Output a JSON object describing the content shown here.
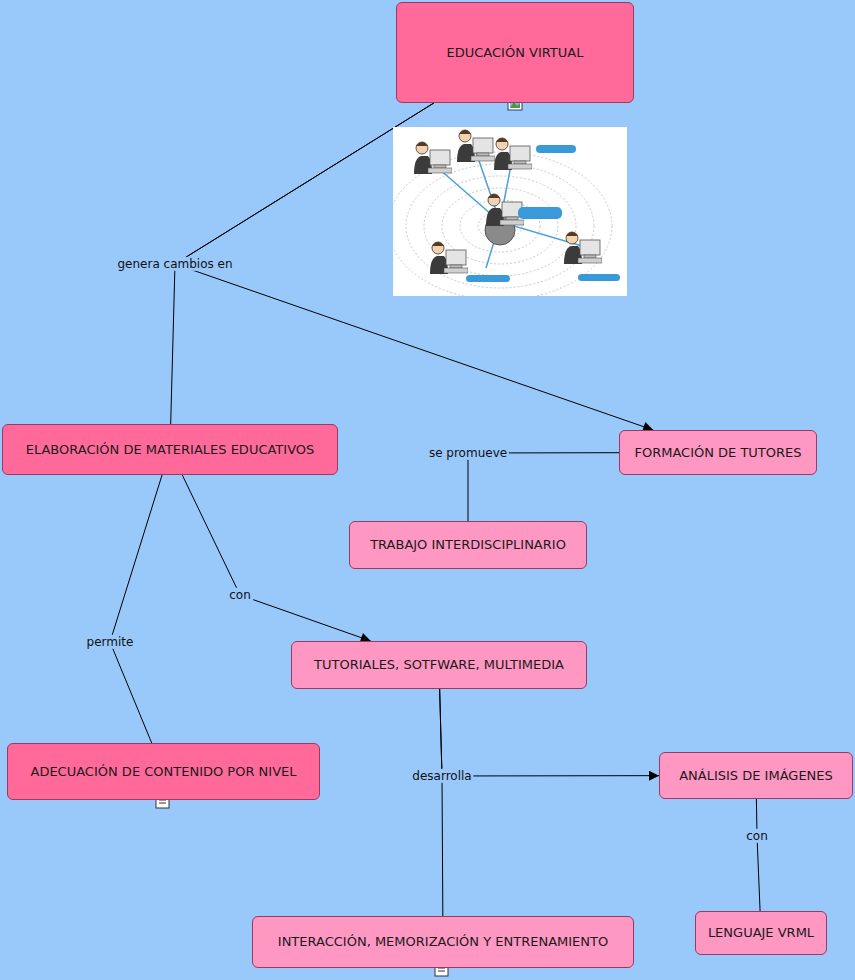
{
  "diagram": {
    "nodes": [
      {
        "text": [
          "EDUCACIÓN VIRTUAL"
        ]
      },
      {
        "text": [
          "ELABORACIÓN DE MATERIALES EDUCATIVOS"
        ]
      },
      {
        "text": [
          "FORMACIÓN DE TUTORES"
        ]
      },
      {
        "text": [
          "TRABAJO INTERDISCIPLINARIO"
        ]
      },
      {
        "text": [
          "TUTORIALES, SOTFWARE, MULTIMEDIA"
        ]
      },
      {
        "text": [
          "ADECUACIÓN DE CONTENIDO POR NIVEL"
        ]
      },
      {
        "text": [
          "ANÁLISIS DE IMÁGENES"
        ]
      },
      {
        "text": [
          "INTERACCIÓN, MEMORIZACIÓN Y ENTRENAMIENTO"
        ]
      },
      {
        "text": [
          "LENGUAJE VRML"
        ]
      }
    ],
    "edges": [
      {
        "from": 0,
        "to": 1,
        "label": "genera cambios en",
        "arrow": "none"
      },
      {
        "from": 0,
        "to": 2,
        "arrow": "to"
      },
      {
        "from": 2,
        "to": 3,
        "label": "se promueve",
        "arrow": "none"
      },
      {
        "from": 1,
        "to": 4,
        "label": "con",
        "arrow": "to"
      },
      {
        "from": 1,
        "to": 5,
        "label": "permite",
        "arrow": "none"
      },
      {
        "from": 4,
        "to": 6,
        "label": "desarrolla",
        "arrow": "to"
      },
      {
        "from": 4,
        "to": 7,
        "arrow": "none"
      },
      {
        "from": 6,
        "to": 8,
        "label": "con",
        "arrow": "none"
      }
    ]
  }
}
